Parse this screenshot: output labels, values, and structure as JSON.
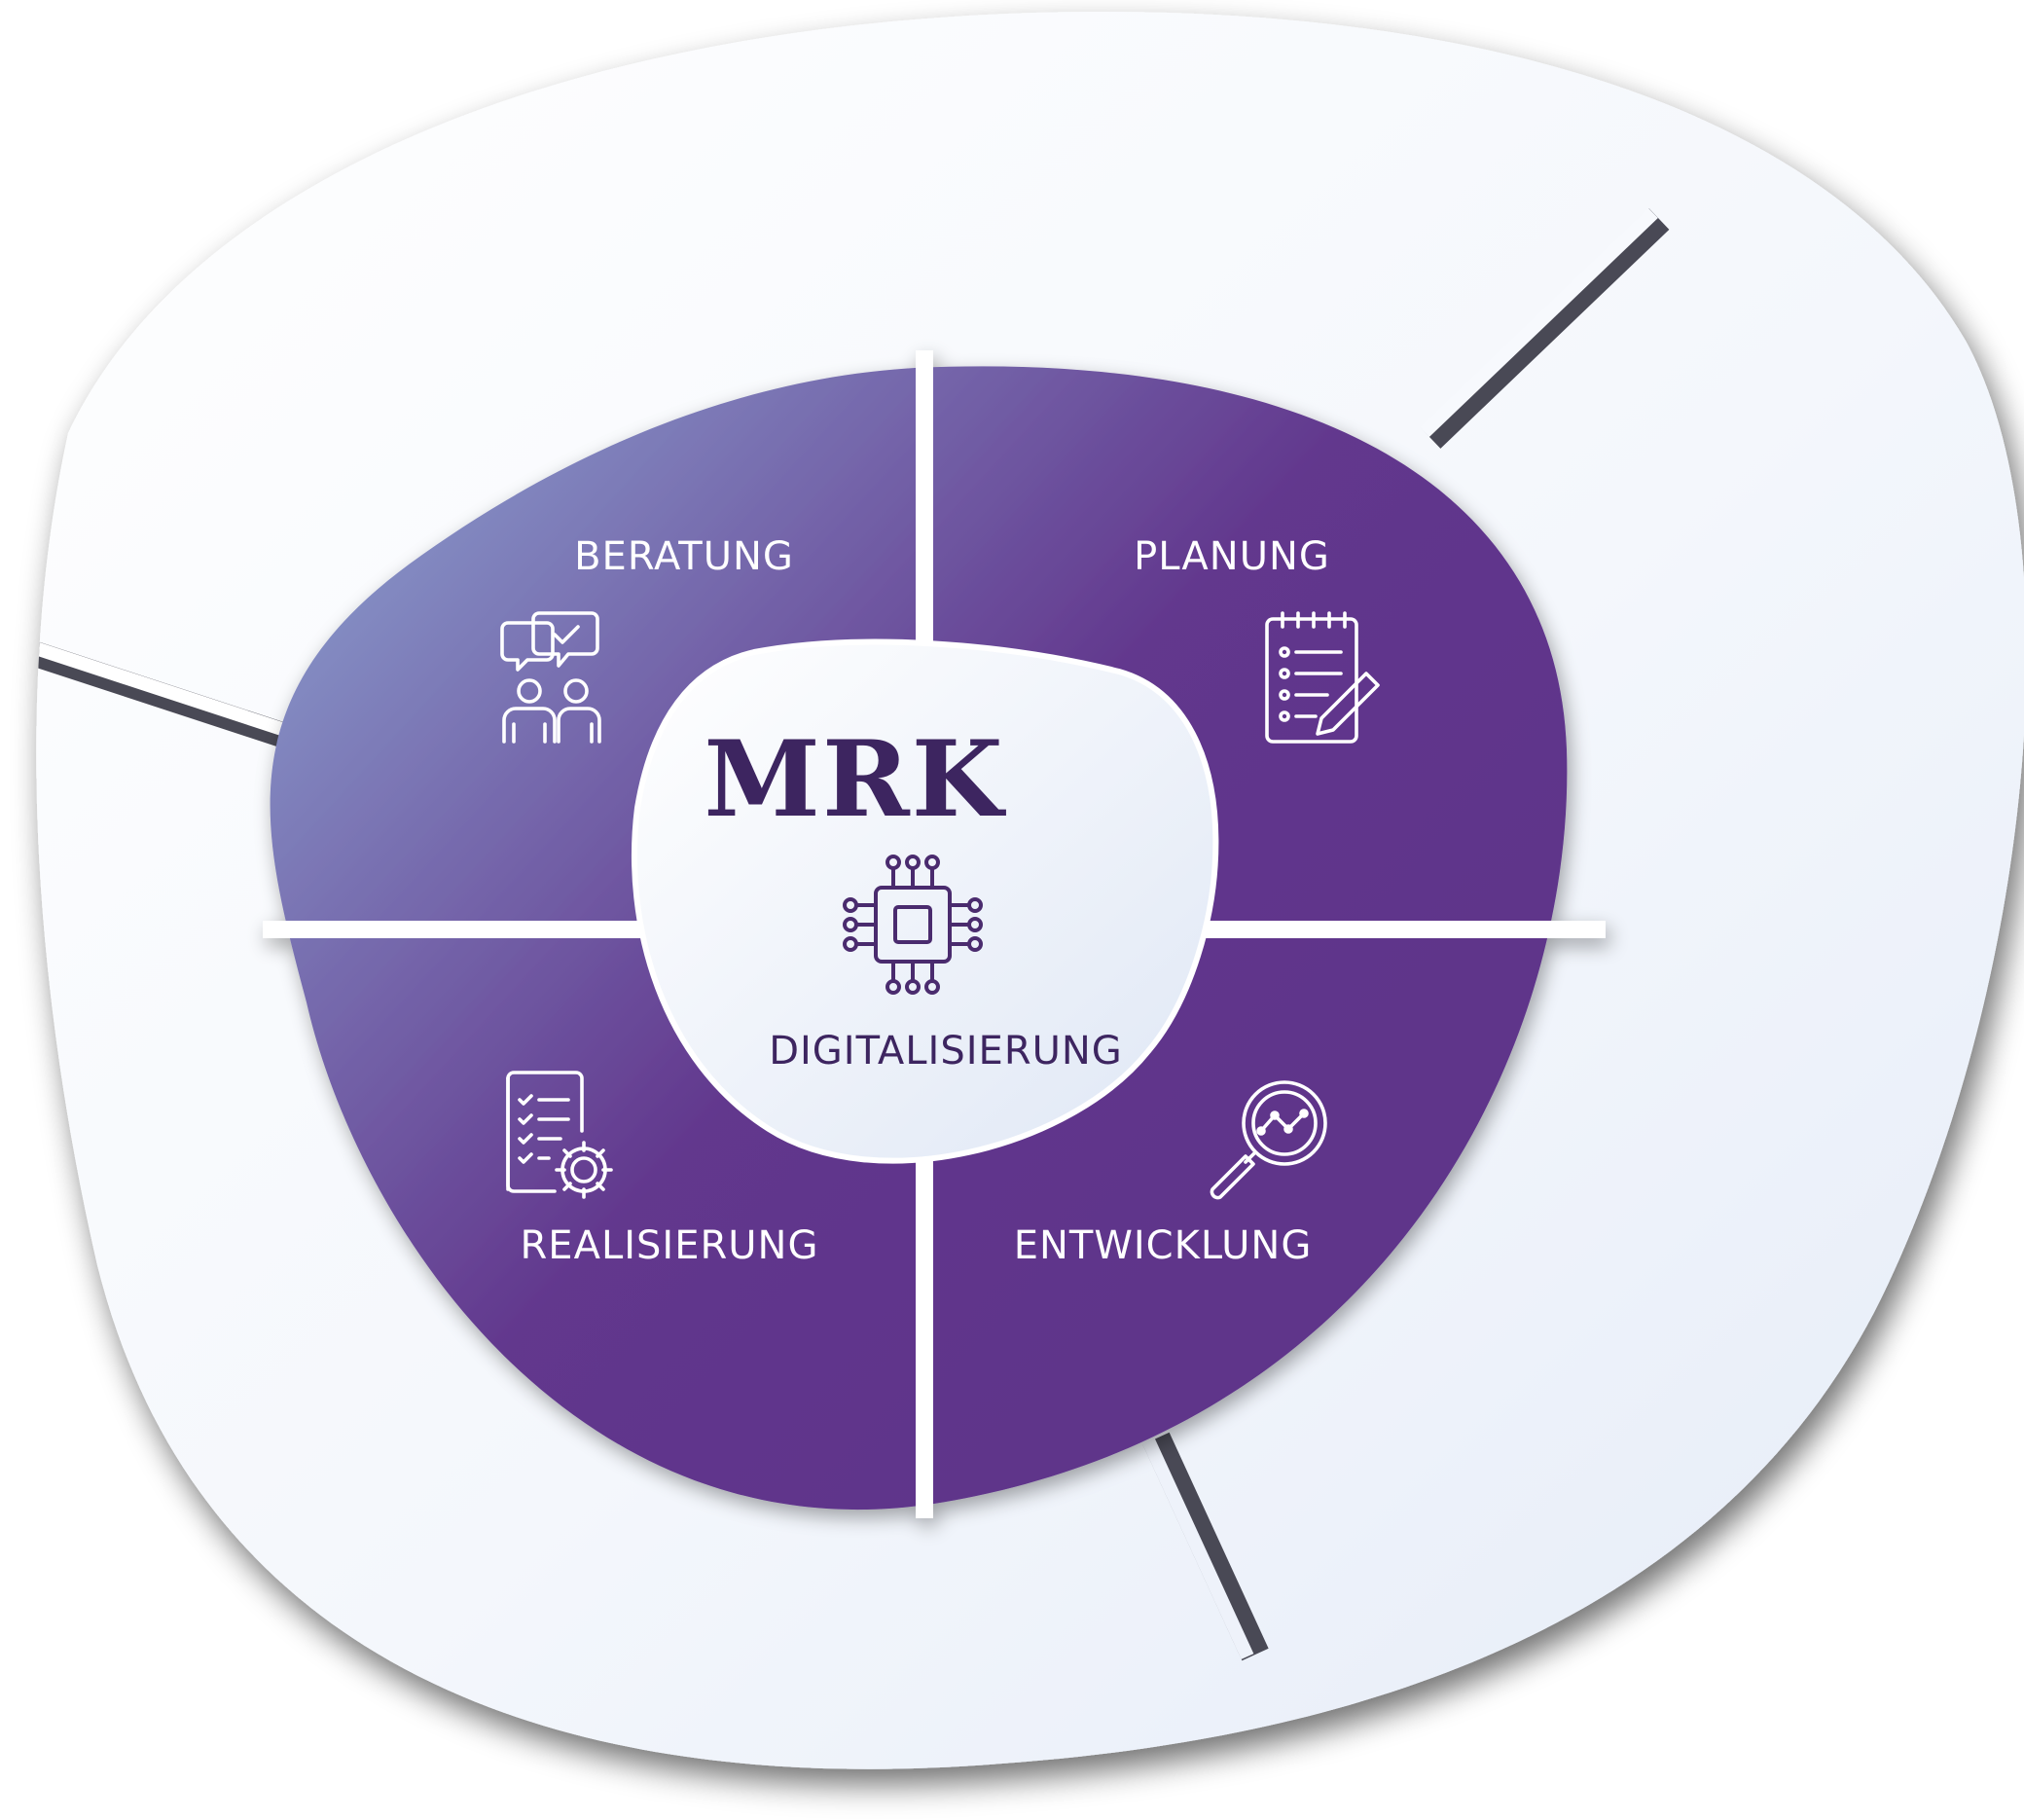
{
  "logo": {
    "text": "MRK",
    "color": "#3d2560"
  },
  "center": {
    "label": "DIGITALISIERUNG",
    "icon": "circuit-chip-icon"
  },
  "segments": [
    {
      "id": "beratung",
      "label": "BERATUNG",
      "icon": "consultation-chat-icon"
    },
    {
      "id": "planung",
      "label": "PLANUNG",
      "icon": "clipboard-checklist-icon"
    },
    {
      "id": "realisierung",
      "label": "REALISIERUNG",
      "icon": "document-gear-icon"
    },
    {
      "id": "entwicklung",
      "label": "ENTWICKLUNG",
      "icon": "magnifier-chart-icon"
    }
  ],
  "colors": {
    "segment_light": "#8a9dcd",
    "segment_dark": "#5e348a",
    "outer_light": "#ffffff",
    "outer_tint": "#e6edf8",
    "text_dark": "#3d2560"
  }
}
